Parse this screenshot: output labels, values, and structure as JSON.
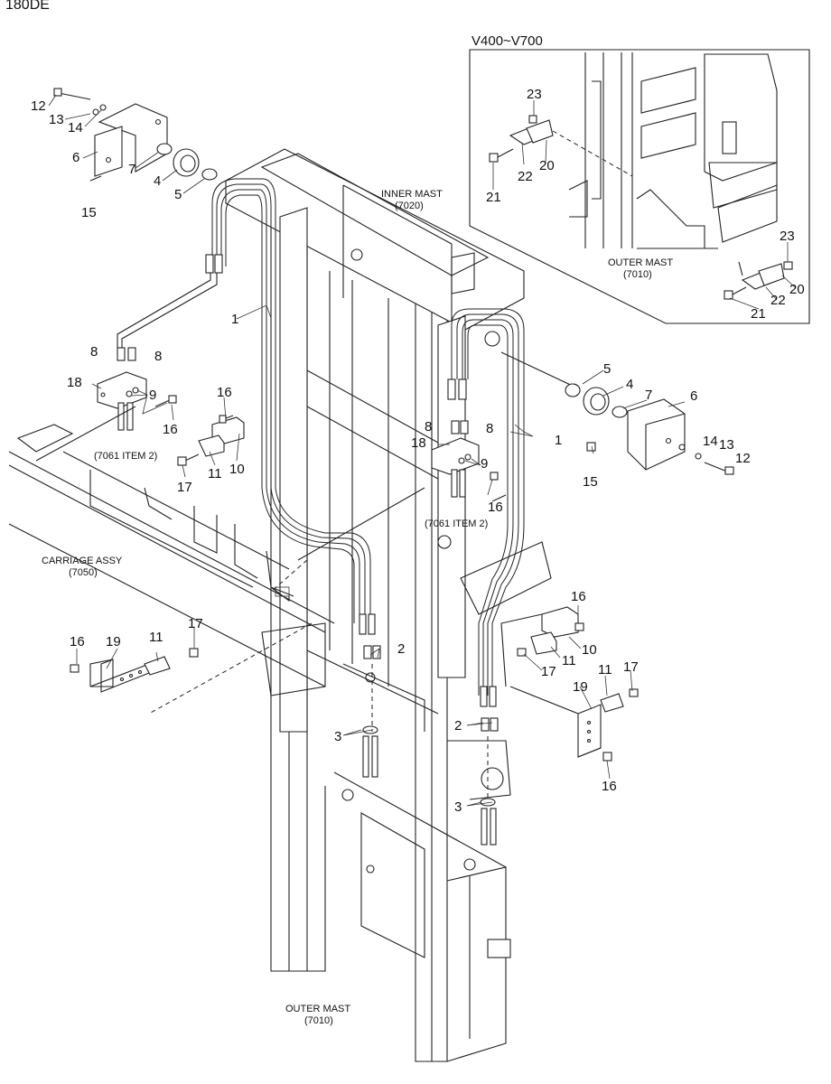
{
  "model_title": "180DE",
  "inset": {
    "title": "V400~V700",
    "outer_mast_label": "OUTER MAST",
    "outer_mast_code": "(7010)",
    "callouts": [
      "23",
      "22",
      "20",
      "21",
      "23",
      "22",
      "20",
      "21"
    ]
  },
  "labels": {
    "inner_mast": "INNER MAST",
    "inner_mast_code": "(7020)",
    "carriage": "CARRIAGE ASSY",
    "carriage_code": "(7050)",
    "outer_mast": "OUTER MAST",
    "outer_mast_code": "(7010)",
    "ref_left": "(7061 ITEM 2)",
    "ref_right": "(7061 ITEM 2)"
  },
  "callouts_left": [
    "12",
    "13",
    "14",
    "6",
    "7",
    "4",
    "5",
    "15",
    "1",
    "8",
    "8",
    "18",
    "9",
    "16",
    "16",
    "17",
    "11",
    "10",
    "16",
    "19",
    "11",
    "17",
    "2",
    "3"
  ],
  "callouts_right": [
    "5",
    "4",
    "7",
    "6",
    "1",
    "8",
    "8",
    "18",
    "9",
    "16",
    "14",
    "13",
    "12",
    "15",
    "16",
    "10",
    "11",
    "17",
    "11",
    "17",
    "19",
    "2",
    "3",
    "16"
  ],
  "colors": {
    "line": "#222222",
    "background": "#ffffff"
  }
}
